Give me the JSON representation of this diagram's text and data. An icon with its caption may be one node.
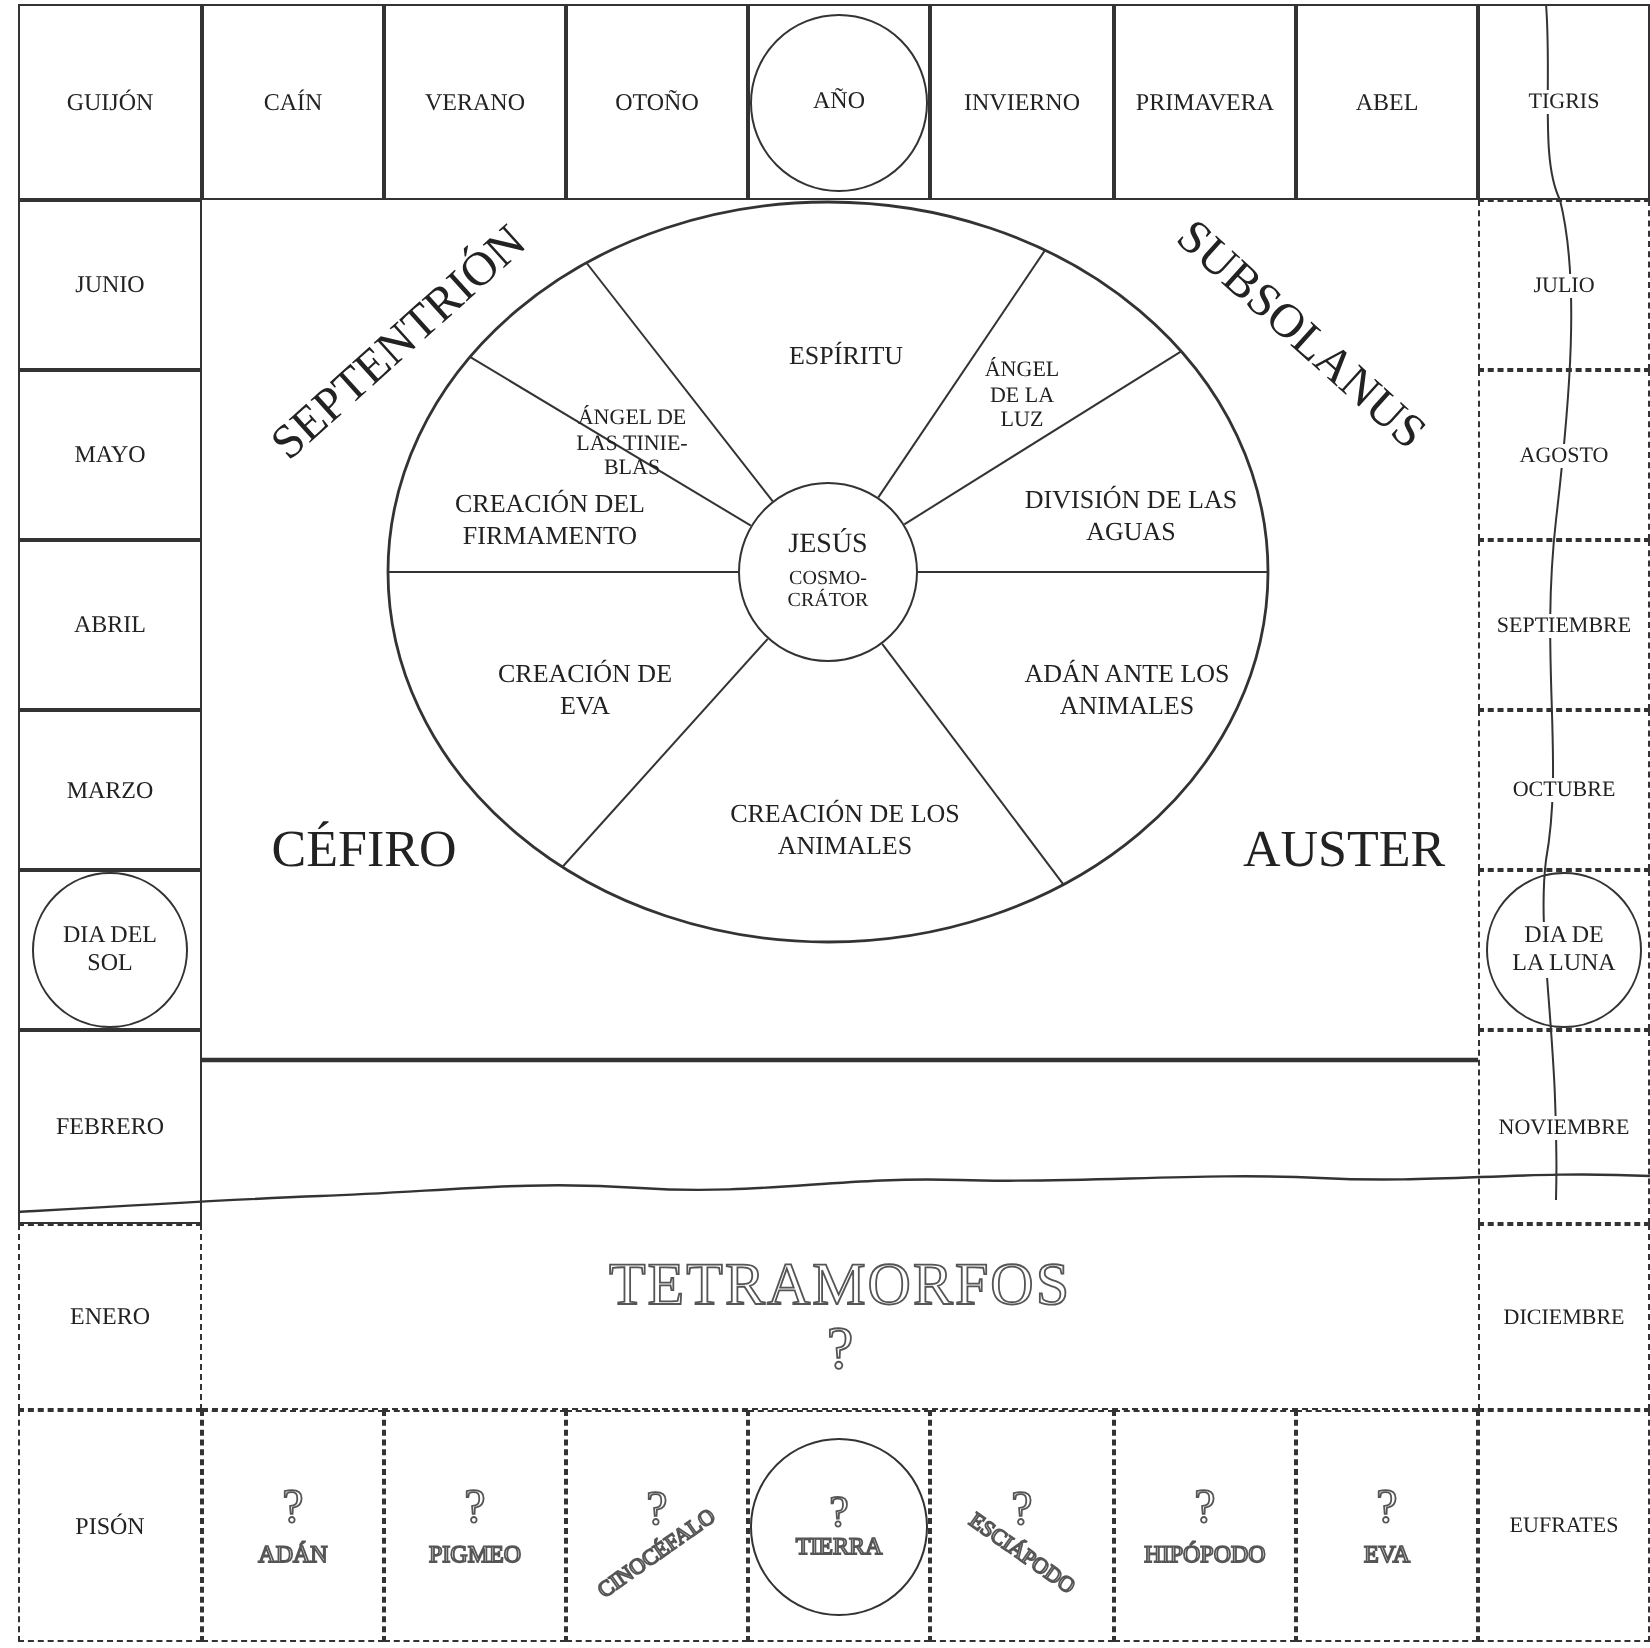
{
  "diagram": {
    "nodes": [
      {
        "text": [
          "GUIJÓN"
        ]
      },
      {
        "text": [
          "CAÍN"
        ]
      },
      {
        "text": [
          "VERANO"
        ]
      },
      {
        "text": [
          "OTOÑO"
        ]
      },
      {
        "text": [
          "AÑO"
        ]
      },
      {
        "text": [
          "INVIERNO"
        ]
      },
      {
        "text": [
          "PRIMAVERA"
        ]
      },
      {
        "text": [
          "ABEL"
        ]
      },
      {
        "text": [
          "TIGRIS"
        ]
      },
      {
        "text": [
          "JUNIO"
        ]
      },
      {
        "text": [
          "JULIO"
        ]
      },
      {
        "text": [
          "MAYO"
        ]
      },
      {
        "text": [
          "AGOSTO"
        ]
      },
      {
        "text": [
          "ABRIL"
        ]
      },
      {
        "text": [
          "SEPTIEMBRE"
        ]
      },
      {
        "text": [
          "MARZO"
        ]
      },
      {
        "text": [
          "OCTUBRE"
        ]
      },
      {
        "text": [
          "DIA DEL SOL"
        ]
      },
      {
        "text": [
          "DIA DE LA LUNA"
        ]
      },
      {
        "text": [
          "FEBRERO"
        ]
      },
      {
        "text": [
          "NOVIEMBRE"
        ]
      },
      {
        "text": [
          "ENERO"
        ]
      },
      {
        "text": [
          "DICIEMBRE"
        ]
      },
      {
        "text": [
          "PISÓN"
        ]
      },
      {
        "text": [
          "?",
          "ADÁN"
        ]
      },
      {
        "text": [
          "?",
          "PIGMEO"
        ]
      },
      {
        "text": [
          "?",
          "CINOCÉFALO"
        ]
      },
      {
        "text": [
          "?",
          "TIERRA"
        ]
      },
      {
        "text": [
          "?",
          "ESCIÁPODO"
        ]
      },
      {
        "text": [
          "?",
          "HIPÓPODO"
        ]
      },
      {
        "text": [
          "?",
          "EVA"
        ]
      },
      {
        "text": [
          "EUFRATES"
        ]
      },
      {
        "text": [],
        "shape": "circle"
      },
      {
        "text": [
          "ESPÍRITU"
        ],
        "in": 32
      },
      {
        "text": [
          "ÁNGEL DE LAS TINIE- BLAS"
        ],
        "in": 32
      },
      {
        "text": [
          "ÁNGEL DE LA LUZ"
        ],
        "in": 32
      },
      {
        "text": [
          "CREACIÓN DEL FIRMAMENTO"
        ],
        "in": 32
      },
      {
        "text": [
          "JESÚS",
          "COSMO- CRÁTOR"
        ],
        "in": 32
      },
      {
        "text": [
          "DIVISIÓN DE LAS AGUAS"
        ],
        "in": 32
      },
      {
        "text": [
          "CREACIÓN DE EVA"
        ],
        "in": 32
      },
      {
        "text": [
          "ADÁN ANTE LOS ANIMALES"
        ],
        "in": 32
      },
      {
        "text": [
          "CREACIÓN DE LOS ANIMALES"
        ],
        "in": 32
      },
      {
        "text": [
          "TETRAMORFOS",
          "?"
        ]
      }
    ],
    "edges": [],
    "labels": [
      "SEPTENTRIÓN",
      "SUBSOLANUS",
      "CÉFIRO",
      "AUSTER"
    ]
  }
}
